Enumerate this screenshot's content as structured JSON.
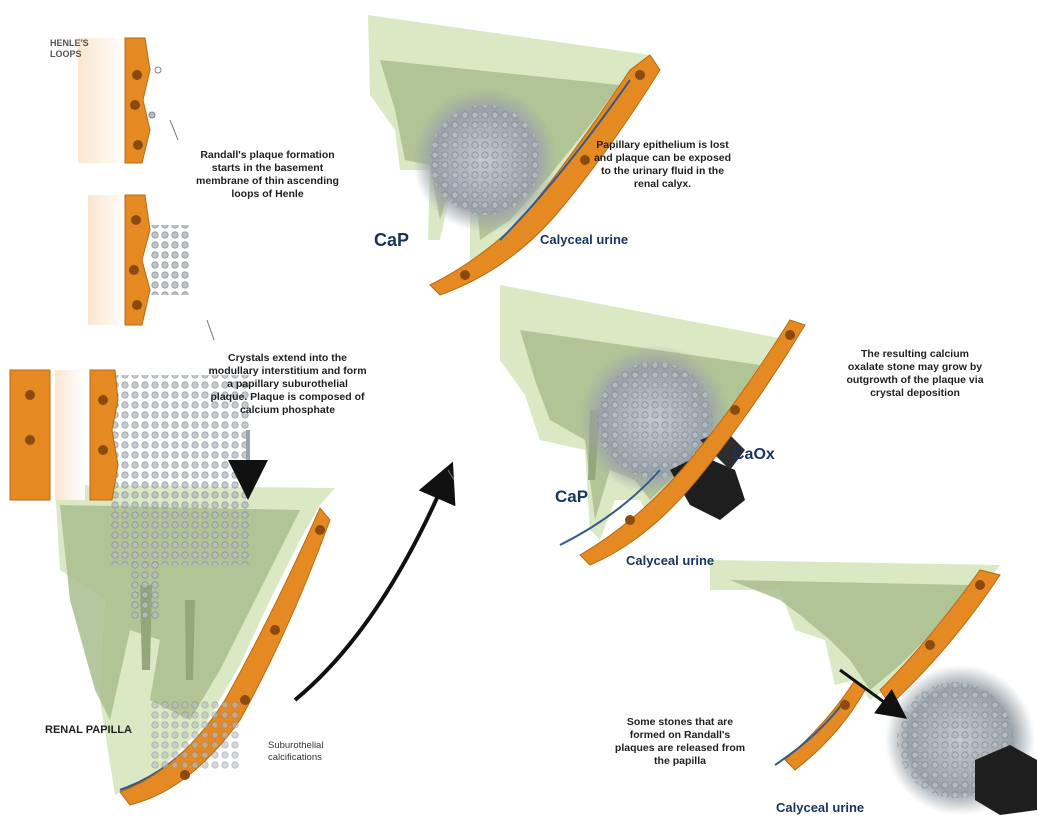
{
  "colors": {
    "tissue_light": "#dbe8c4",
    "tissue_dark": "#92a87a",
    "cell_orange": "#e58a22",
    "cell_nucleus": "#8a4a10",
    "membrane_blue": "#355a8c",
    "crystal_grey": "#a9b2b8",
    "stone_black": "#1e1e1e",
    "arrow_black": "#111111",
    "label_navy": "#16345e"
  },
  "labels": {
    "henle_loops": "HENLE'S\nLOOPS",
    "renal_papilla": "RENAL PAPILLA",
    "suburothelial": "Suburothelial\ncalcifications",
    "cap_top": "CaP",
    "cap_mid": "CaP",
    "caox": "CaOx",
    "calyceal_top": "Calyceal urine",
    "calyceal_mid": "Calyceal urine",
    "calyceal_bottom": "Calyceal urine"
  },
  "captions": {
    "randall_formation": "Randall's plaque formation\nstarts in the basement\nmembrane of thin ascending\nloops of Henle",
    "crystals_extend": "Crystals extend into the\nmodullary interstitium and form\na papillary suburothelial\nplaque. Plaque is composed of\ncalcium phosphate",
    "epithelium_lost": "Papillary epithelium is lost\nand plaque can be exposed\nto the urinary fluid in the\nrenal calyx.",
    "stone_grow": "The resulting calcium\noxalate stone may grow by\noutgrowth of the plaque via\ncrystal deposition",
    "stones_released": "Some stones that are\nformed on Randall's\nplaques are released from\nthe papilla"
  }
}
